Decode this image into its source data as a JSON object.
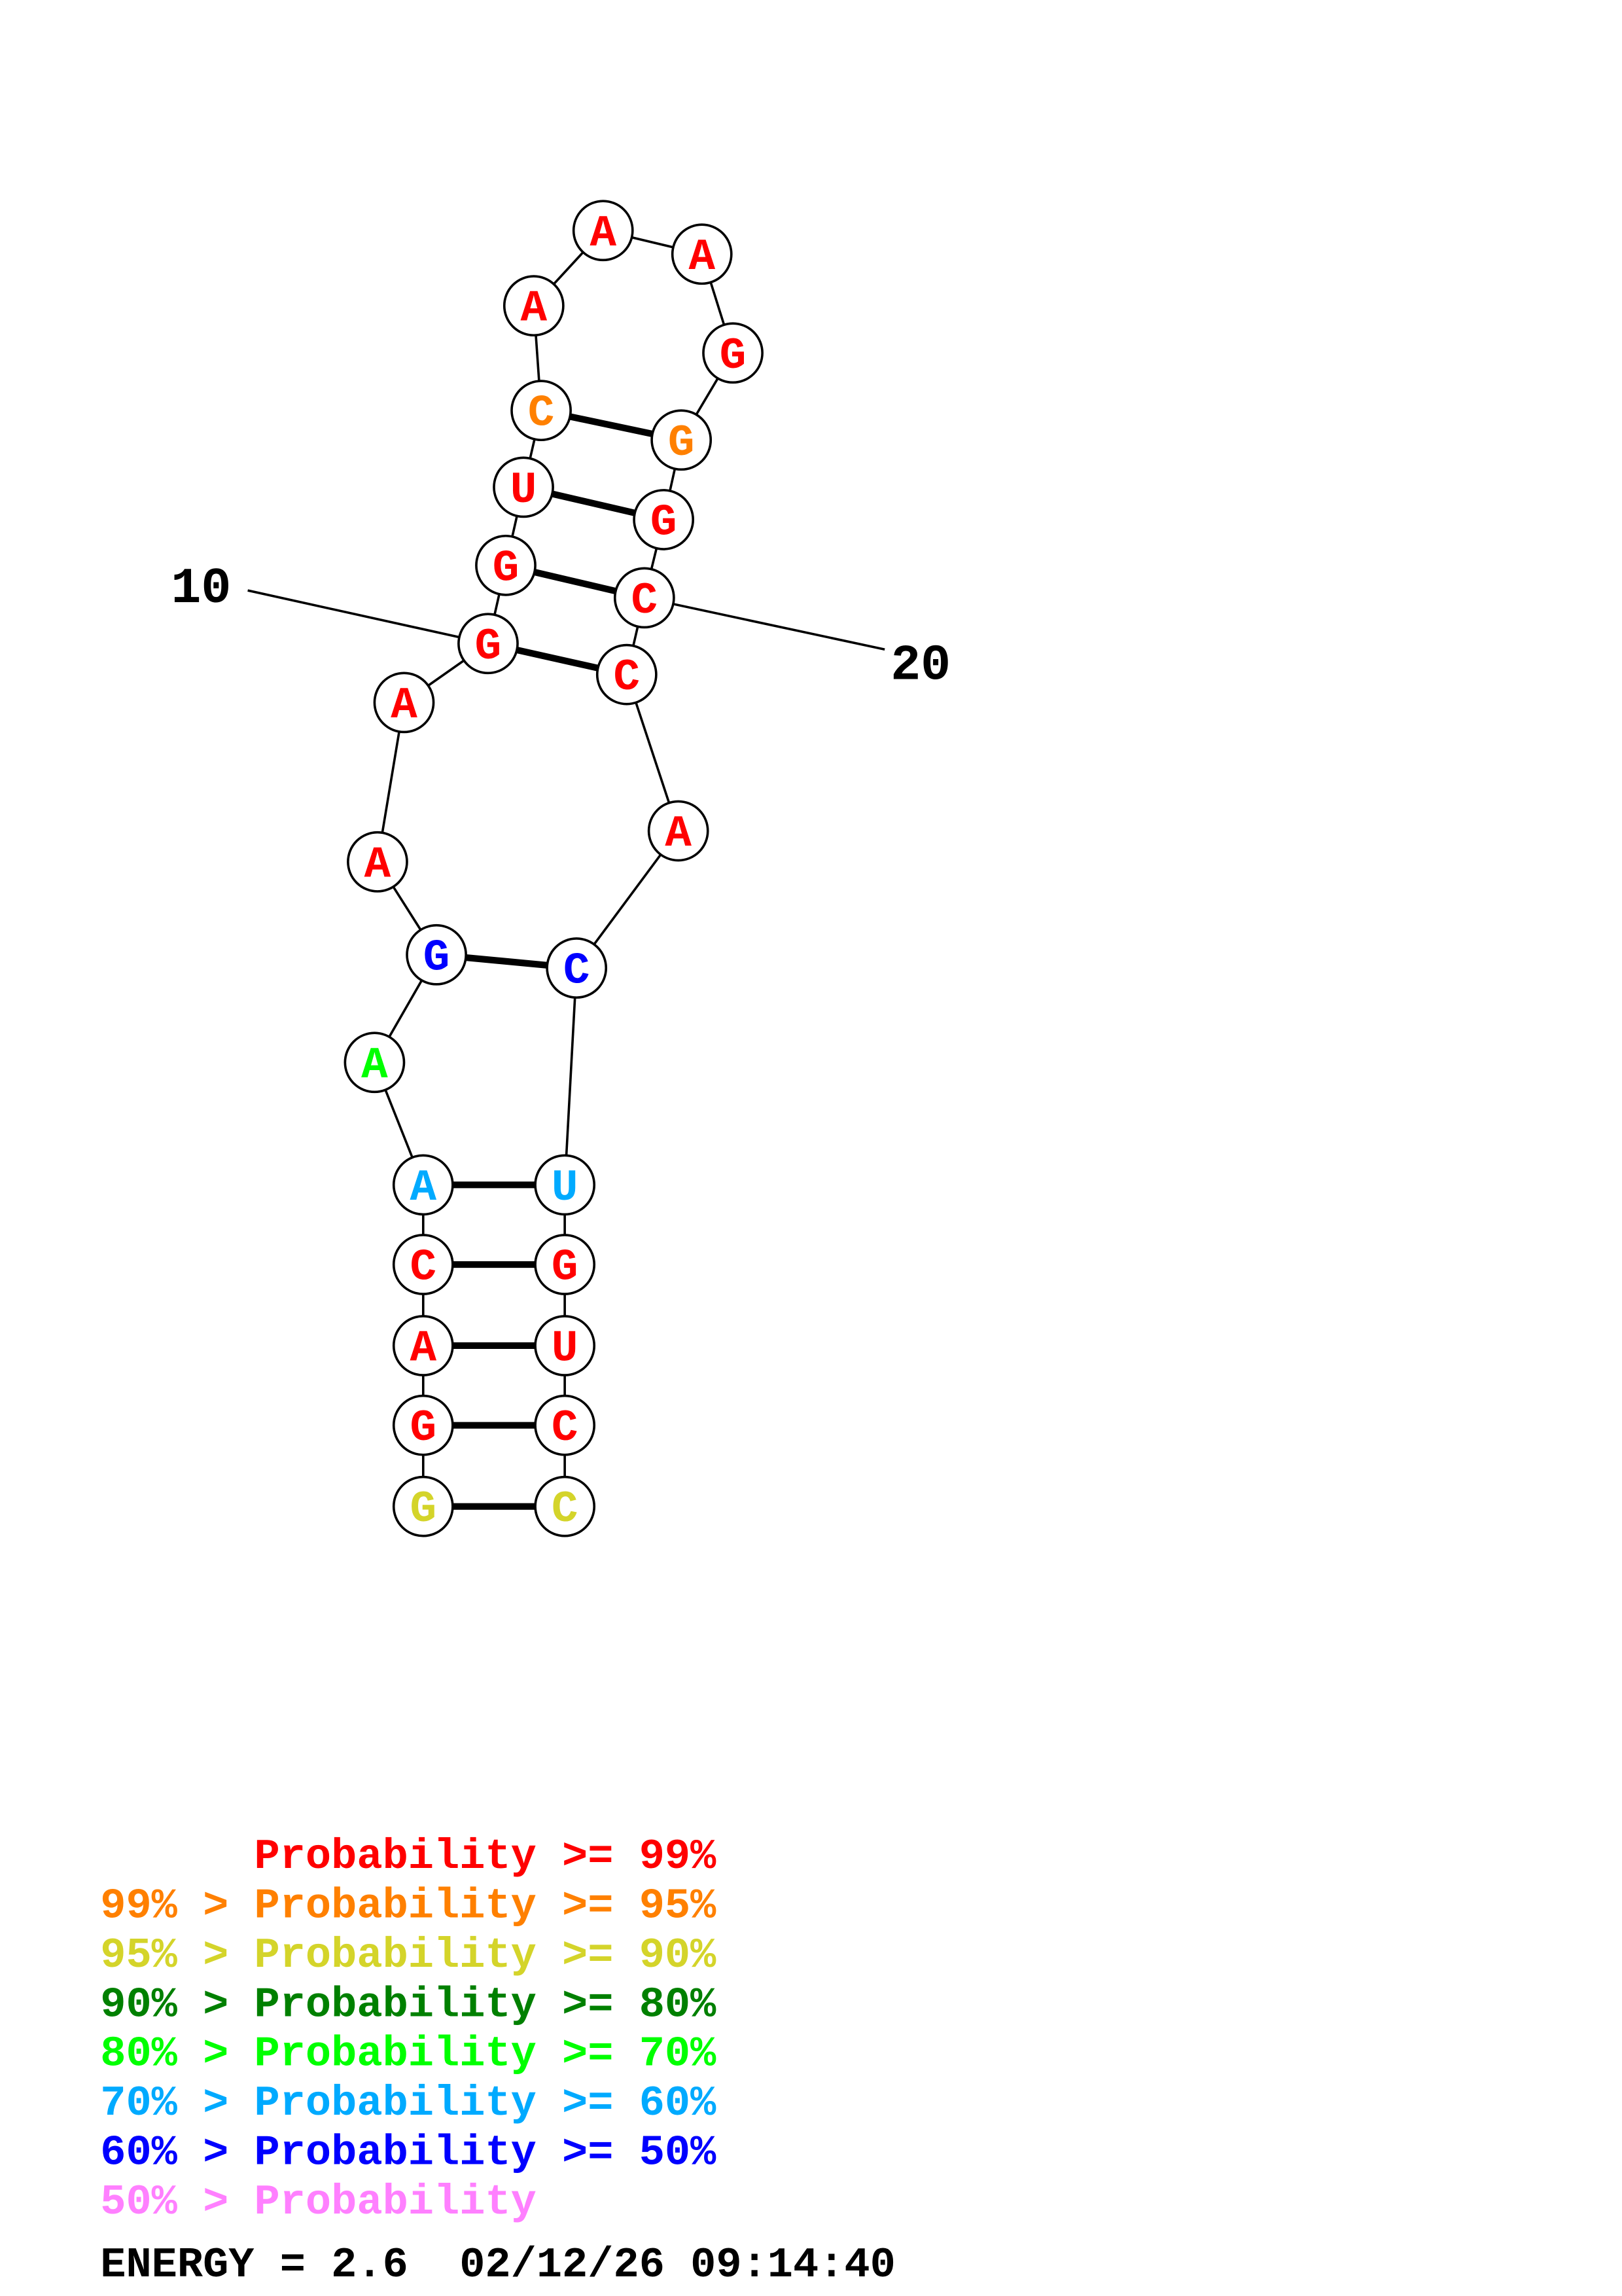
{
  "structure": {
    "sequence": [
      "G",
      "G",
      "A",
      "C",
      "A",
      "A",
      "G",
      "A",
      "A",
      "G",
      "G",
      "U",
      "C",
      "A",
      "A",
      "A",
      "G",
      "G",
      "G",
      "C",
      "C",
      "A",
      "C",
      "U",
      "G",
      "U",
      "C",
      "C"
    ],
    "probability_class": [
      2,
      0,
      0,
      0,
      5,
      4,
      6,
      0,
      0,
      0,
      0,
      0,
      1,
      0,
      0,
      0,
      0,
      1,
      0,
      0,
      0,
      0,
      6,
      5,
      0,
      0,
      0,
      2
    ],
    "pairs": [
      [
        1,
        28
      ],
      [
        2,
        27
      ],
      [
        3,
        26
      ],
      [
        4,
        25
      ],
      [
        5,
        24
      ],
      [
        7,
        23
      ],
      [
        10,
        21
      ],
      [
        11,
        20
      ],
      [
        12,
        19
      ],
      [
        13,
        18
      ]
    ],
    "position_labels": [
      {
        "pos": 10,
        "text": "10"
      },
      {
        "pos": 20,
        "text": "20"
      }
    ]
  },
  "legend": {
    "colors": [
      "#ff0000",
      "#ff8000",
      "#d4d42a",
      "#008000",
      "#00ff00",
      "#00aaff",
      "#0000ff",
      "#ff80ff"
    ],
    "rows": [
      "      Probability >= 99%",
      "99% > Probability >= 95%",
      "95% > Probability >= 90%",
      "90% > Probability >= 80%",
      "80% > Probability >= 70%",
      "70% > Probability >= 60%",
      "60% > Probability >= 50%",
      "50% > Probability"
    ]
  },
  "footer": {
    "energy_text": "ENERGY = 2.6  02/12/26 09:14:40"
  }
}
